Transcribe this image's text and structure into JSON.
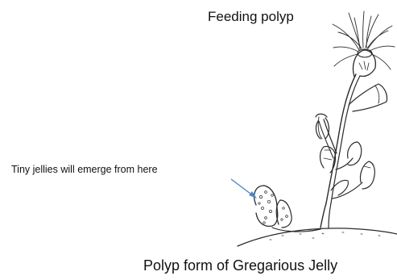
{
  "labels": {
    "feeding_polyp": "Feeding  polyp",
    "emerge_note": "Tiny jellies will emerge from here",
    "caption": "Polyp form of Gregarious Jelly"
  },
  "colors": {
    "arrow": "#4a86c8",
    "ink": "#2a2a2a"
  }
}
